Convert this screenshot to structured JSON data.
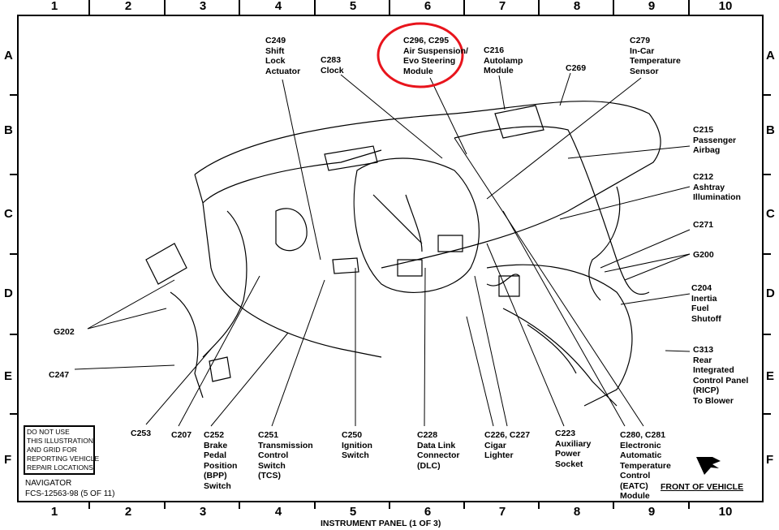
{
  "grid": {
    "columns": [
      "1",
      "2",
      "3",
      "4",
      "5",
      "6",
      "7",
      "8",
      "9",
      "10"
    ],
    "rows": [
      "A",
      "B",
      "C",
      "D",
      "E",
      "F"
    ]
  },
  "labels": {
    "c249": [
      "C249",
      "Shift",
      "Lock",
      "Actuator"
    ],
    "c283": [
      "C283",
      "Clock"
    ],
    "c296": [
      "C296, C295",
      "Air Suspension/",
      "Evo Steering",
      "Module"
    ],
    "c216": [
      "C216",
      "Autolamp",
      "Module"
    ],
    "c269": [
      "C269"
    ],
    "c279": [
      "C279",
      "In-Car",
      "Temperature",
      "Sensor"
    ],
    "c215": [
      "C215",
      "Passenger",
      "Airbag"
    ],
    "c212": [
      "C212",
      "Ashtray",
      "Illumination"
    ],
    "c271": [
      "C271"
    ],
    "g200": [
      "G200"
    ],
    "c204": [
      "C204",
      "Inertia",
      "Fuel",
      "Shutoff"
    ],
    "c313": [
      "C313",
      "Rear",
      "Integrated",
      "Control Panel",
      "(RICP)",
      "To Blower"
    ],
    "g202": [
      "G202"
    ],
    "c247": [
      "C247"
    ],
    "c253": [
      "C253"
    ],
    "c207": [
      "C207"
    ],
    "c252": [
      "C252",
      "Brake",
      "Pedal",
      "Position",
      "(BPP)",
      "Switch"
    ],
    "c251": [
      "C251",
      "Transmission",
      "Control",
      "Switch",
      "(TCS)"
    ],
    "c250": [
      "C250",
      "Ignition",
      "Switch"
    ],
    "c228": [
      "C228",
      "Data Link",
      "Connector",
      "(DLC)"
    ],
    "c226": [
      "C226, C227",
      "Cigar",
      "Lighter"
    ],
    "c223": [
      "C223",
      "Auxiliary",
      "Power",
      "Socket"
    ],
    "c280": [
      "C280, C281",
      "Electronic",
      "Automatic",
      "Temperature",
      "Control",
      "(EATC)",
      "Module"
    ]
  },
  "disclaimer": [
    "DO NOT USE",
    "THIS ILLUSTRATION",
    "AND GRID FOR",
    "REPORTING VEHICLE",
    "REPAIR LOCATIONS"
  ],
  "vehicle": "NAVIGATOR",
  "figure_id": "FCS-12563-98 (5 OF 11)",
  "front_of_vehicle": "FRONT OF VEHICLE",
  "caption": "INSTRUMENT PANEL (1 OF 3)",
  "colors": {
    "highlight": "#e8141c"
  }
}
